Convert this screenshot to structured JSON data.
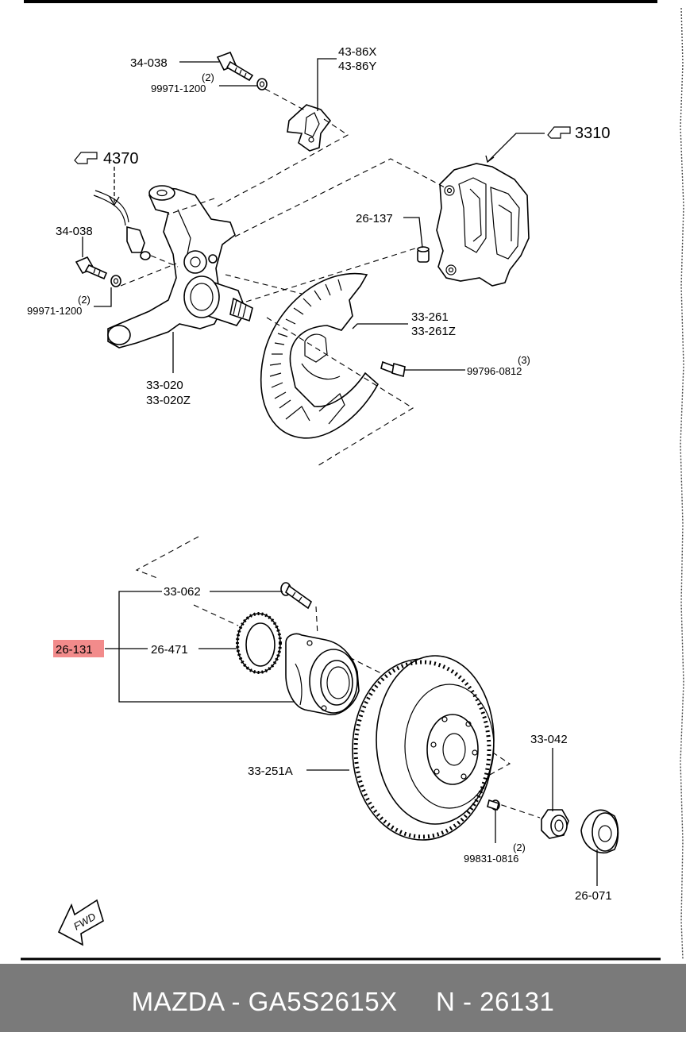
{
  "callouts": {
    "bolt_34038_top": "34-038",
    "washer_qty_top": "(2)",
    "washer_99971_top": "99971-1200",
    "bracket_43_86x": "43-86X",
    "bracket_43_86y": "43-86Y",
    "ref_3310": "3310",
    "ref_4370": "4370",
    "bolt_34038_left": "34-038",
    "washer_qty_left": "(2)",
    "washer_99971_left": "99971-1200",
    "pin_26137": "26-137",
    "shield_33261": "33-261",
    "shield_33261z": "33-261Z",
    "screw_qty_3": "(3)",
    "screw_99796": "99796-0812",
    "knuckle_33020": "33-020",
    "knuckle_33020z": "33-020Z",
    "hubbolt_33062": "33-062",
    "assembly_26131": "26-131",
    "sensor_ring_26471": "26-471",
    "disc_33251a": "33-251A",
    "nut_33042": "33-042",
    "screw_qty_2": "(2)",
    "screw_99831": "99831-0816",
    "cap_26071": "26-071",
    "fwd": "FWD"
  },
  "highlight_color": "#f28b8b",
  "footer": {
    "text": "MAZDA - GA5S2615X     N - 26131",
    "background": "#7a7a7a"
  }
}
